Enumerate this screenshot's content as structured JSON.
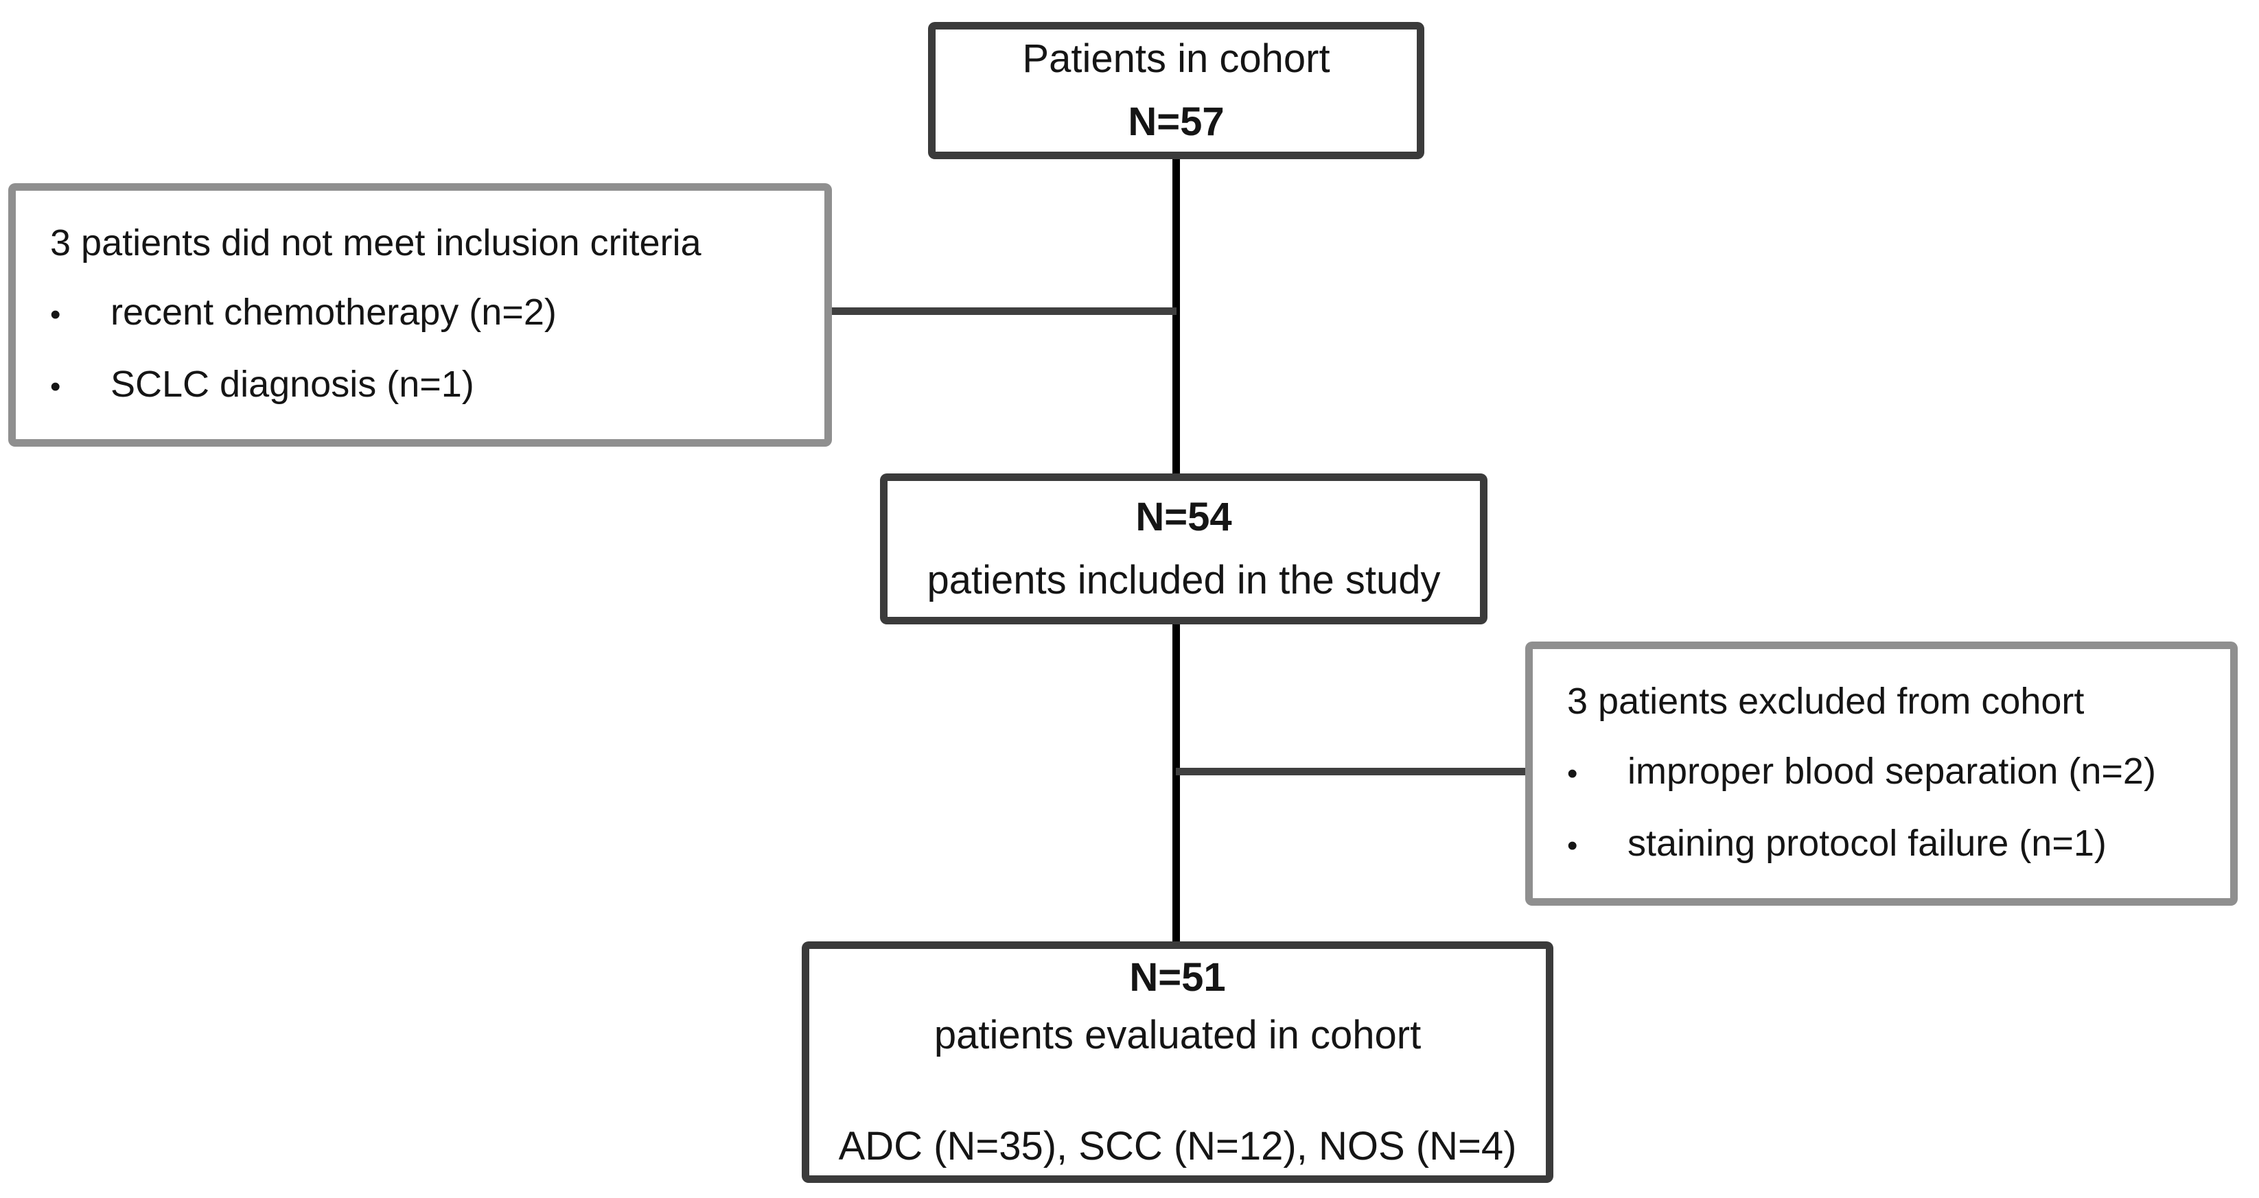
{
  "figure": {
    "type": "patient-flow-diagram",
    "bullet_char": "•",
    "boxes": {
      "cohort": {
        "label": "Patients in cohort",
        "count": "N=57"
      },
      "not_met": {
        "heading": "3 patients did not meet inclusion criteria",
        "bullets": [
          "recent chemotherapy (n=2)",
          "SCLC diagnosis (n=1)"
        ]
      },
      "included": {
        "count": "N=54",
        "label": "patients included in the study"
      },
      "excluded": {
        "heading": "3 patients excluded from cohort",
        "bullets": [
          "improper blood separation (n=2)",
          "staining protocol failure (n=1)"
        ]
      },
      "evaluated": {
        "count": "N=51",
        "label": "patients evaluated in cohort",
        "subtypes": "ADC (N=35), SCC (N=12), NOS (N=4)"
      }
    },
    "colors": {
      "box_border_dark": "#3b3b3b",
      "box_border_gray": "#8f8f8f",
      "connector_vertical": "#000000",
      "connector_horizontal": "#3f3f3f",
      "text": "#151515",
      "background": "#ffffff"
    }
  }
}
